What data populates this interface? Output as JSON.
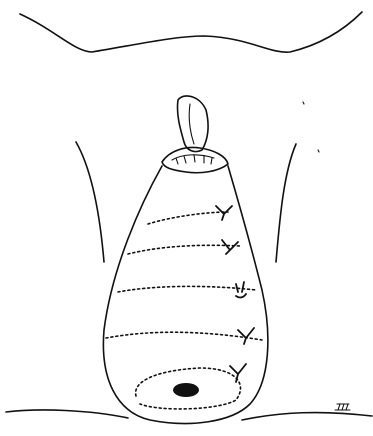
{
  "figure": {
    "artist_mark": "Ⅲ",
    "ink_color": "#111111",
    "background_color": "#ffffff",
    "purse_string_suture_rows": 5,
    "suture_knots": 5
  }
}
